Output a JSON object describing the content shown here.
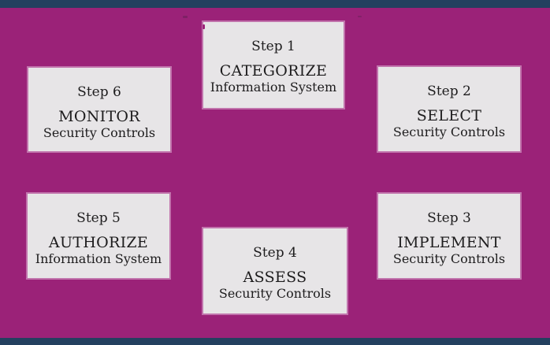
{
  "colors": {
    "background": "#9b2278",
    "border-bar": "#23405f",
    "box-fill": "#e7e5e7",
    "box-halo": "#f0d8ea",
    "text": "#1d1c1d"
  },
  "diagram": {
    "type": "cycle-diagram",
    "steps": [
      {
        "label": "Step 1",
        "action": "CATEGORIZE",
        "target": "Information System"
      },
      {
        "label": "Step 2",
        "action": "SELECT",
        "target": "Security Controls"
      },
      {
        "label": "Step 3",
        "action": "IMPLEMENT",
        "target": "Security Controls"
      },
      {
        "label": "Step 4",
        "action": "ASSESS",
        "target": "Security Controls"
      },
      {
        "label": "Step 5",
        "action": "AUTHORIZE",
        "target": "Information System"
      },
      {
        "label": "Step 6",
        "action": "MONITOR",
        "target": "Security Controls"
      }
    ]
  }
}
